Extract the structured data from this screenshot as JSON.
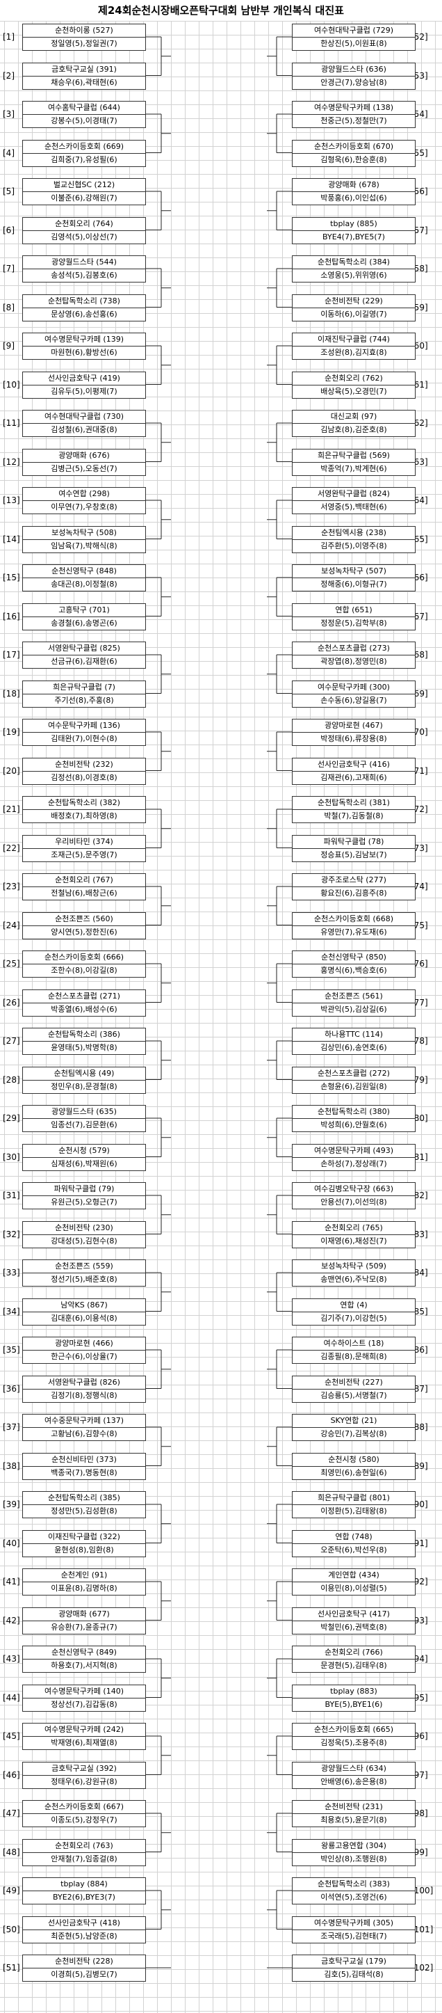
{
  "title": "제24회순천시장배오픈탁구대회  남반부 개인복식 대진표",
  "chart_data": {
    "type": "table",
    "left": [
      {
        "no": "[1]",
        "club": "순천하이롱 (527)",
        "players": "정일영(5),정일권(7)"
      },
      {
        "no": "[2]",
        "club": "금호탁구교실 (391)",
        "players": "채승우(6),곽태현(6)"
      },
      {
        "no": "[3]",
        "club": "여수홈탁구클럽 (644)",
        "players": "강봉수(5),이경태(7)"
      },
      {
        "no": "[4]",
        "club": "순천스카이등호회 (669)",
        "players": "김희중(7),유성필(6)"
      },
      {
        "no": "[5]",
        "club": "벌교신협SC (212)",
        "players": "이불준(6),강해원(7)"
      },
      {
        "no": "[6]",
        "club": "순천회오리 (764)",
        "players": "김영석(5),이상선(7)"
      },
      {
        "no": "[7]",
        "club": "광양월드스타 (544)",
        "players": "송성석(5),김봉호(6)"
      },
      {
        "no": "[8]",
        "club": "순천탑독학소리 (738)",
        "players": "문상영(6),송선홍(6)"
      },
      {
        "no": "[9]",
        "club": "여수명문탁구카페 (139)",
        "players": "마원현(6),황방선(6)"
      },
      {
        "no": "[10]",
        "club": "선사인금호탁구 (419)",
        "players": "김유두(5),이평제(7)"
      },
      {
        "no": "[11]",
        "club": "여수현대탁구클럽 (730)",
        "players": "김성철(6),권대중(8)"
      },
      {
        "no": "[12]",
        "club": "광양매화 (676)",
        "players": "김병근(5),오동선(7)"
      },
      {
        "no": "[13]",
        "club": "여수연합 (298)",
        "players": "이무연(7),우창호(8)"
      },
      {
        "no": "[14]",
        "club": "보성녹차탁구 (508)",
        "players": "임남육(7),박해식(8)"
      },
      {
        "no": "[15]",
        "club": "순천신영탁구 (848)",
        "players": "송대곤(8),이정철(8)"
      },
      {
        "no": "[16]",
        "club": "고흥탁구 (701)",
        "players": "송경철(6),송명곤(6)"
      },
      {
        "no": "[17]",
        "club": "서영완탁구클럽 (825)",
        "players": "선금규(6),김재환(6)"
      },
      {
        "no": "[18]",
        "club": "희은규탁구클럽 (7)",
        "players": "주기선(8),주홍(8)"
      },
      {
        "no": "[19]",
        "club": "여수문탁구카페 (136)",
        "players": "김태완(7),이현수(8)"
      },
      {
        "no": "[20]",
        "club": "순천비전탁 (232)",
        "players": "김정선(8),이경호(8)"
      },
      {
        "no": "[21]",
        "club": "순천탑독학소리 (382)",
        "players": "배정호(7),최하영(8)"
      },
      {
        "no": "[22]",
        "club": "우리비타민 (374)",
        "players": "조재근(5),문주영(7)"
      },
      {
        "no": "[23]",
        "club": "순천회오리 (767)",
        "players": "전철남(6),배창근(6)"
      },
      {
        "no": "[24]",
        "club": "순천조쁜즈 (560)",
        "players": "양시연(5),정한진(6)"
      },
      {
        "no": "[25]",
        "club": "순천스카이등호회 (666)",
        "players": "조한수(8),이강길(8)"
      },
      {
        "no": "[26]",
        "club": "순천스포츠클럽 (271)",
        "players": "박종열(6),배성수(6)"
      },
      {
        "no": "[27]",
        "club": "순천탑독학소리 (386)",
        "players": "윤영태(5),박명학(8)"
      },
      {
        "no": "[28]",
        "club": "순천팀엑시용 (49)",
        "players": "정민우(8),문경철(8)"
      },
      {
        "no": "[29]",
        "club": "광양월드스타 (635)",
        "players": "임종선(7),김문환(6)"
      },
      {
        "no": "[30]",
        "club": "순천시청 (579)",
        "players": "심재성(6),박재원(6)"
      },
      {
        "no": "[31]",
        "club": "파워탁구클럽 (79)",
        "players": "유원근(5),오형근(7)"
      },
      {
        "no": "[32]",
        "club": "순천비전탁 (230)",
        "players": "강대성(5),김현수(8)"
      },
      {
        "no": "[33]",
        "club": "순천조쁜즈 (559)",
        "players": "정선기(5),배준호(8)"
      },
      {
        "no": "[34]",
        "club": "남악KS (867)",
        "players": "김대훈(6),이용석(8)"
      },
      {
        "no": "[35]",
        "club": "광양마로현 (466)",
        "players": "한근수(6),이상율(7)"
      },
      {
        "no": "[36]",
        "club": "서영완탁구클럽 (826)",
        "players": "김정기(8),정행식(8)"
      },
      {
        "no": "[37]",
        "club": "여수중문탁구카페 (137)",
        "players": "고황남(6),김향수(8)"
      },
      {
        "no": "[38]",
        "club": "순천신비타민 (373)",
        "players": "백종국(7),명동현(8)"
      },
      {
        "no": "[39]",
        "club": "순천탑독학소리 (385)",
        "players": "정성만(5),김성환(8)"
      },
      {
        "no": "[40]",
        "club": "이재진탁구클럽 (322)",
        "players": "윤현성(8),임환(8)"
      },
      {
        "no": "[41]",
        "club": "순천계인 (91)",
        "players": "이표윤(8),김명하(8)"
      },
      {
        "no": "[42]",
        "club": "광양매화 (677)",
        "players": "유승환(7),윤종규(7)"
      },
      {
        "no": "[43]",
        "club": "순천신영탁구 (849)",
        "players": "하용호(7),서지혁(8)"
      },
      {
        "no": "[44]",
        "club": "여수명문탁구카페 (140)",
        "players": "정상선(7),김갑동(8)"
      },
      {
        "no": "[45]",
        "club": "여수명문탁구카페 (242)",
        "players": "박재영(6),최재열(8)"
      },
      {
        "no": "[46]",
        "club": "금호탁구교실 (392)",
        "players": "정태우(6),강원규(8)"
      },
      {
        "no": "[47]",
        "club": "순천스카이등호회 (667)",
        "players": "이종도(5),강정우(7)"
      },
      {
        "no": "[48]",
        "club": "순천회오리 (763)",
        "players": "안재철(7),임종걸(8)"
      },
      {
        "no": "[49]",
        "club": "tbplay (884)",
        "players": "BYE2(6),BYE3(7)"
      },
      {
        "no": "[50]",
        "club": "선사인금호탁구 (418)",
        "players": "최준현(5),남양준(8)"
      },
      {
        "no": "[51]",
        "club": "순천비전탁 (228)",
        "players": "이경희(5),김병모(7)"
      }
    ],
    "right": [
      {
        "no": "[52]",
        "club": "여수현대탁구클럽 (729)",
        "players": "한상진(5),이원표(8)"
      },
      {
        "no": "[53]",
        "club": "광양월드스타 (636)",
        "players": "안경근(7),양승남(8)"
      },
      {
        "no": "[54]",
        "club": "여수명문탁구카페 (138)",
        "players": "천중근(5),정철만(7)"
      },
      {
        "no": "[55]",
        "club": "순천스카이등호회 (670)",
        "players": "김형욱(6),한승훈(8)"
      },
      {
        "no": "[56]",
        "club": "광양매화 (678)",
        "players": "박풍홍(6),이인섭(6)"
      },
      {
        "no": "[57]",
        "club": "tbplay (885)",
        "players": "BYE4(7),BYE5(7)"
      },
      {
        "no": "[58]",
        "club": "순천탑독학소리 (384)",
        "players": "소영웅(5),위위영(6)"
      },
      {
        "no": "[59]",
        "club": "순천비전탁 (229)",
        "players": "이동하(6),이길영(7)"
      },
      {
        "no": "[60]",
        "club": "이재진탁구클럽 (744)",
        "players": "조성완(8),김지효(8)"
      },
      {
        "no": "[61]",
        "club": "순천회오리 (762)",
        "players": "배상육(5),오경민(7)"
      },
      {
        "no": "[62]",
        "club": "대신교회 (97)",
        "players": "김남호(8),김준호(8)"
      },
      {
        "no": "[63]",
        "club": "희은규탁구클럽 (569)",
        "players": "박종억(7),박계현(6)"
      },
      {
        "no": "[64]",
        "club": "서영완탁구클럽 (824)",
        "players": "서영중(5),백태현(6)"
      },
      {
        "no": "[65]",
        "club": "순천팀엑시용 (238)",
        "players": "김주환(5),이영주(8)"
      },
      {
        "no": "[66]",
        "club": "보성녹차탁구 (507)",
        "players": "정해중(6),이형규(7)"
      },
      {
        "no": "[67]",
        "club": "연합 (651)",
        "players": "정정운(5),김학부(8)"
      },
      {
        "no": "[68]",
        "club": "순천스포츠클럽 (273)",
        "players": "곽장엽(8),정영민(8)"
      },
      {
        "no": "[69]",
        "club": "여수문탁구카페 (300)",
        "players": "손수동(6),양길용(7)"
      },
      {
        "no": "[70]",
        "club": "광양마로현 (467)",
        "players": "박정태(6),류장용(8)"
      },
      {
        "no": "[71]",
        "club": "선사인금호탁구 (416)",
        "players": "김재관(6),고재희(6)"
      },
      {
        "no": "[72]",
        "club": "순천탑독학소리 (381)",
        "players": "박철(7),김동철(8)"
      },
      {
        "no": "[73]",
        "club": "파워탁구클럽 (78)",
        "players": "정승표(5),김남보(7)"
      },
      {
        "no": "[74]",
        "club": "광주조로스탁 (277)",
        "players": "황요진(6),김흥주(8)"
      },
      {
        "no": "[75]",
        "club": "순천스카이등호회 (668)",
        "players": "유영만(7),유도재(6)"
      },
      {
        "no": "[76]",
        "club": "순천신영탁구 (850)",
        "players": "홍명식(6),백승호(6)"
      },
      {
        "no": "[77]",
        "club": "순천조쁜즈 (561)",
        "players": "박관익(5),김상길(6)"
      },
      {
        "no": "[78]",
        "club": "하나용TTC (114)",
        "players": "김상민(6),송연호(6)"
      },
      {
        "no": "[79]",
        "club": "순천스포츠클럽 (272)",
        "players": "손형윤(6),김원일(8)"
      },
      {
        "no": "[80]",
        "club": "순천탑독학소리 (380)",
        "players": "박성희(6),안월호(6)"
      },
      {
        "no": "[81]",
        "club": "여수명문탁구카페 (493)",
        "players": "손하성(7),정상래(7)"
      },
      {
        "no": "[82]",
        "club": "여수김병오탁구장 (663)",
        "players": "안용선(7),이선의(8)"
      },
      {
        "no": "[83]",
        "club": "순천회오리 (765)",
        "players": "이재영(6),채성진(7)"
      },
      {
        "no": "[84]",
        "club": "보성녹차탁구 (509)",
        "players": "송맨연(6),주낙모(8)"
      },
      {
        "no": "[85]",
        "club": "연합 (4)",
        "players": "김기주(7),이강헌(5)"
      },
      {
        "no": "[86]",
        "club": "여수하이스트 (18)",
        "players": "김종필(8),문해희(8)"
      },
      {
        "no": "[87]",
        "club": "순천비전탁 (227)",
        "players": "김승룡(5),서명철(7)"
      },
      {
        "no": "[88]",
        "club": "SKY연합 (21)",
        "players": "강승민(7),김복상(8)"
      },
      {
        "no": "[89]",
        "club": "순천시청 (580)",
        "players": "최영민(6),송현일(6)"
      },
      {
        "no": "[90]",
        "club": "희은규탁구클럽 (801)",
        "players": "이정환(5),김태왕(8)"
      },
      {
        "no": "[91]",
        "club": "연합 (748)",
        "players": "오준탁(6),박선우(8)"
      },
      {
        "no": "[92]",
        "club": "계인연합 (434)",
        "players": "이용민(8),이성렬(5)"
      },
      {
        "no": "[93]",
        "club": "선사인금호탁구 (417)",
        "players": "박철민(6),권택호(8)"
      },
      {
        "no": "[94]",
        "club": "순천회오리 (766)",
        "players": "문경현(5),김태우(8)"
      },
      {
        "no": "[95]",
        "club": "tbplay (883)",
        "players": "BYE(5),BYE1(6)"
      },
      {
        "no": "[96]",
        "club": "순천스카이등호회 (665)",
        "players": "김정욱(5),조용주(8)"
      },
      {
        "no": "[97]",
        "club": "광양월드스타 (634)",
        "players": "안배영(6),송은용(8)"
      },
      {
        "no": "[98]",
        "club": "순천비전탁 (231)",
        "players": "최용호(5),윤문기(8)"
      },
      {
        "no": "[99]",
        "club": "왕룡고용연합 (304)",
        "players": "박인상(8),조행원(8)"
      },
      {
        "no": "[100]",
        "club": "순천탑독학소리 (383)",
        "players": "이석연(5),조영건(6)"
      },
      {
        "no": "[101]",
        "club": "여수명문탁구카페 (305)",
        "players": "조국래(5),김현태(7)"
      },
      {
        "no": "[102]",
        "club": "금호탁구교실 (179)",
        "players": "김호(5),김태석(8)"
      }
    ]
  }
}
